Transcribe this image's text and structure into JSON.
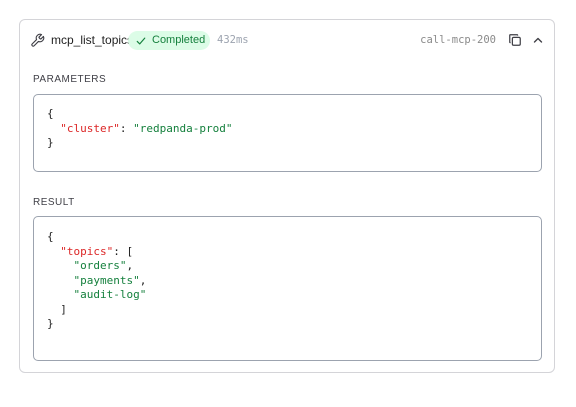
{
  "header": {
    "tool_name": "mcp_list_topics",
    "status": "Completed",
    "duration": "432ms",
    "call_id": "call-mcp-200",
    "icons": {
      "tool": "wrench-icon",
      "status": "check-icon",
      "copy": "copy-icon",
      "collapse": "chevron-up-icon"
    }
  },
  "parameters": {
    "title": "PARAMETERS",
    "open_brace": "{",
    "close_brace": "}",
    "key": "\"cluster\"",
    "colon": ": ",
    "value": "\"redpanda-prod\""
  },
  "result": {
    "title": "RESULT",
    "open_brace": "{",
    "close_brace": "}",
    "key": "\"topics\"",
    "colon_bracket": ": [",
    "close_bracket": "]",
    "items": [
      "\"orders\"",
      "\"payments\"",
      "\"audit-log\""
    ],
    "comma": ","
  },
  "colors": {
    "badge_bg": "#dcfce7",
    "badge_text": "#15803d",
    "json_key": "#dc2626",
    "json_string": "#15803d"
  }
}
